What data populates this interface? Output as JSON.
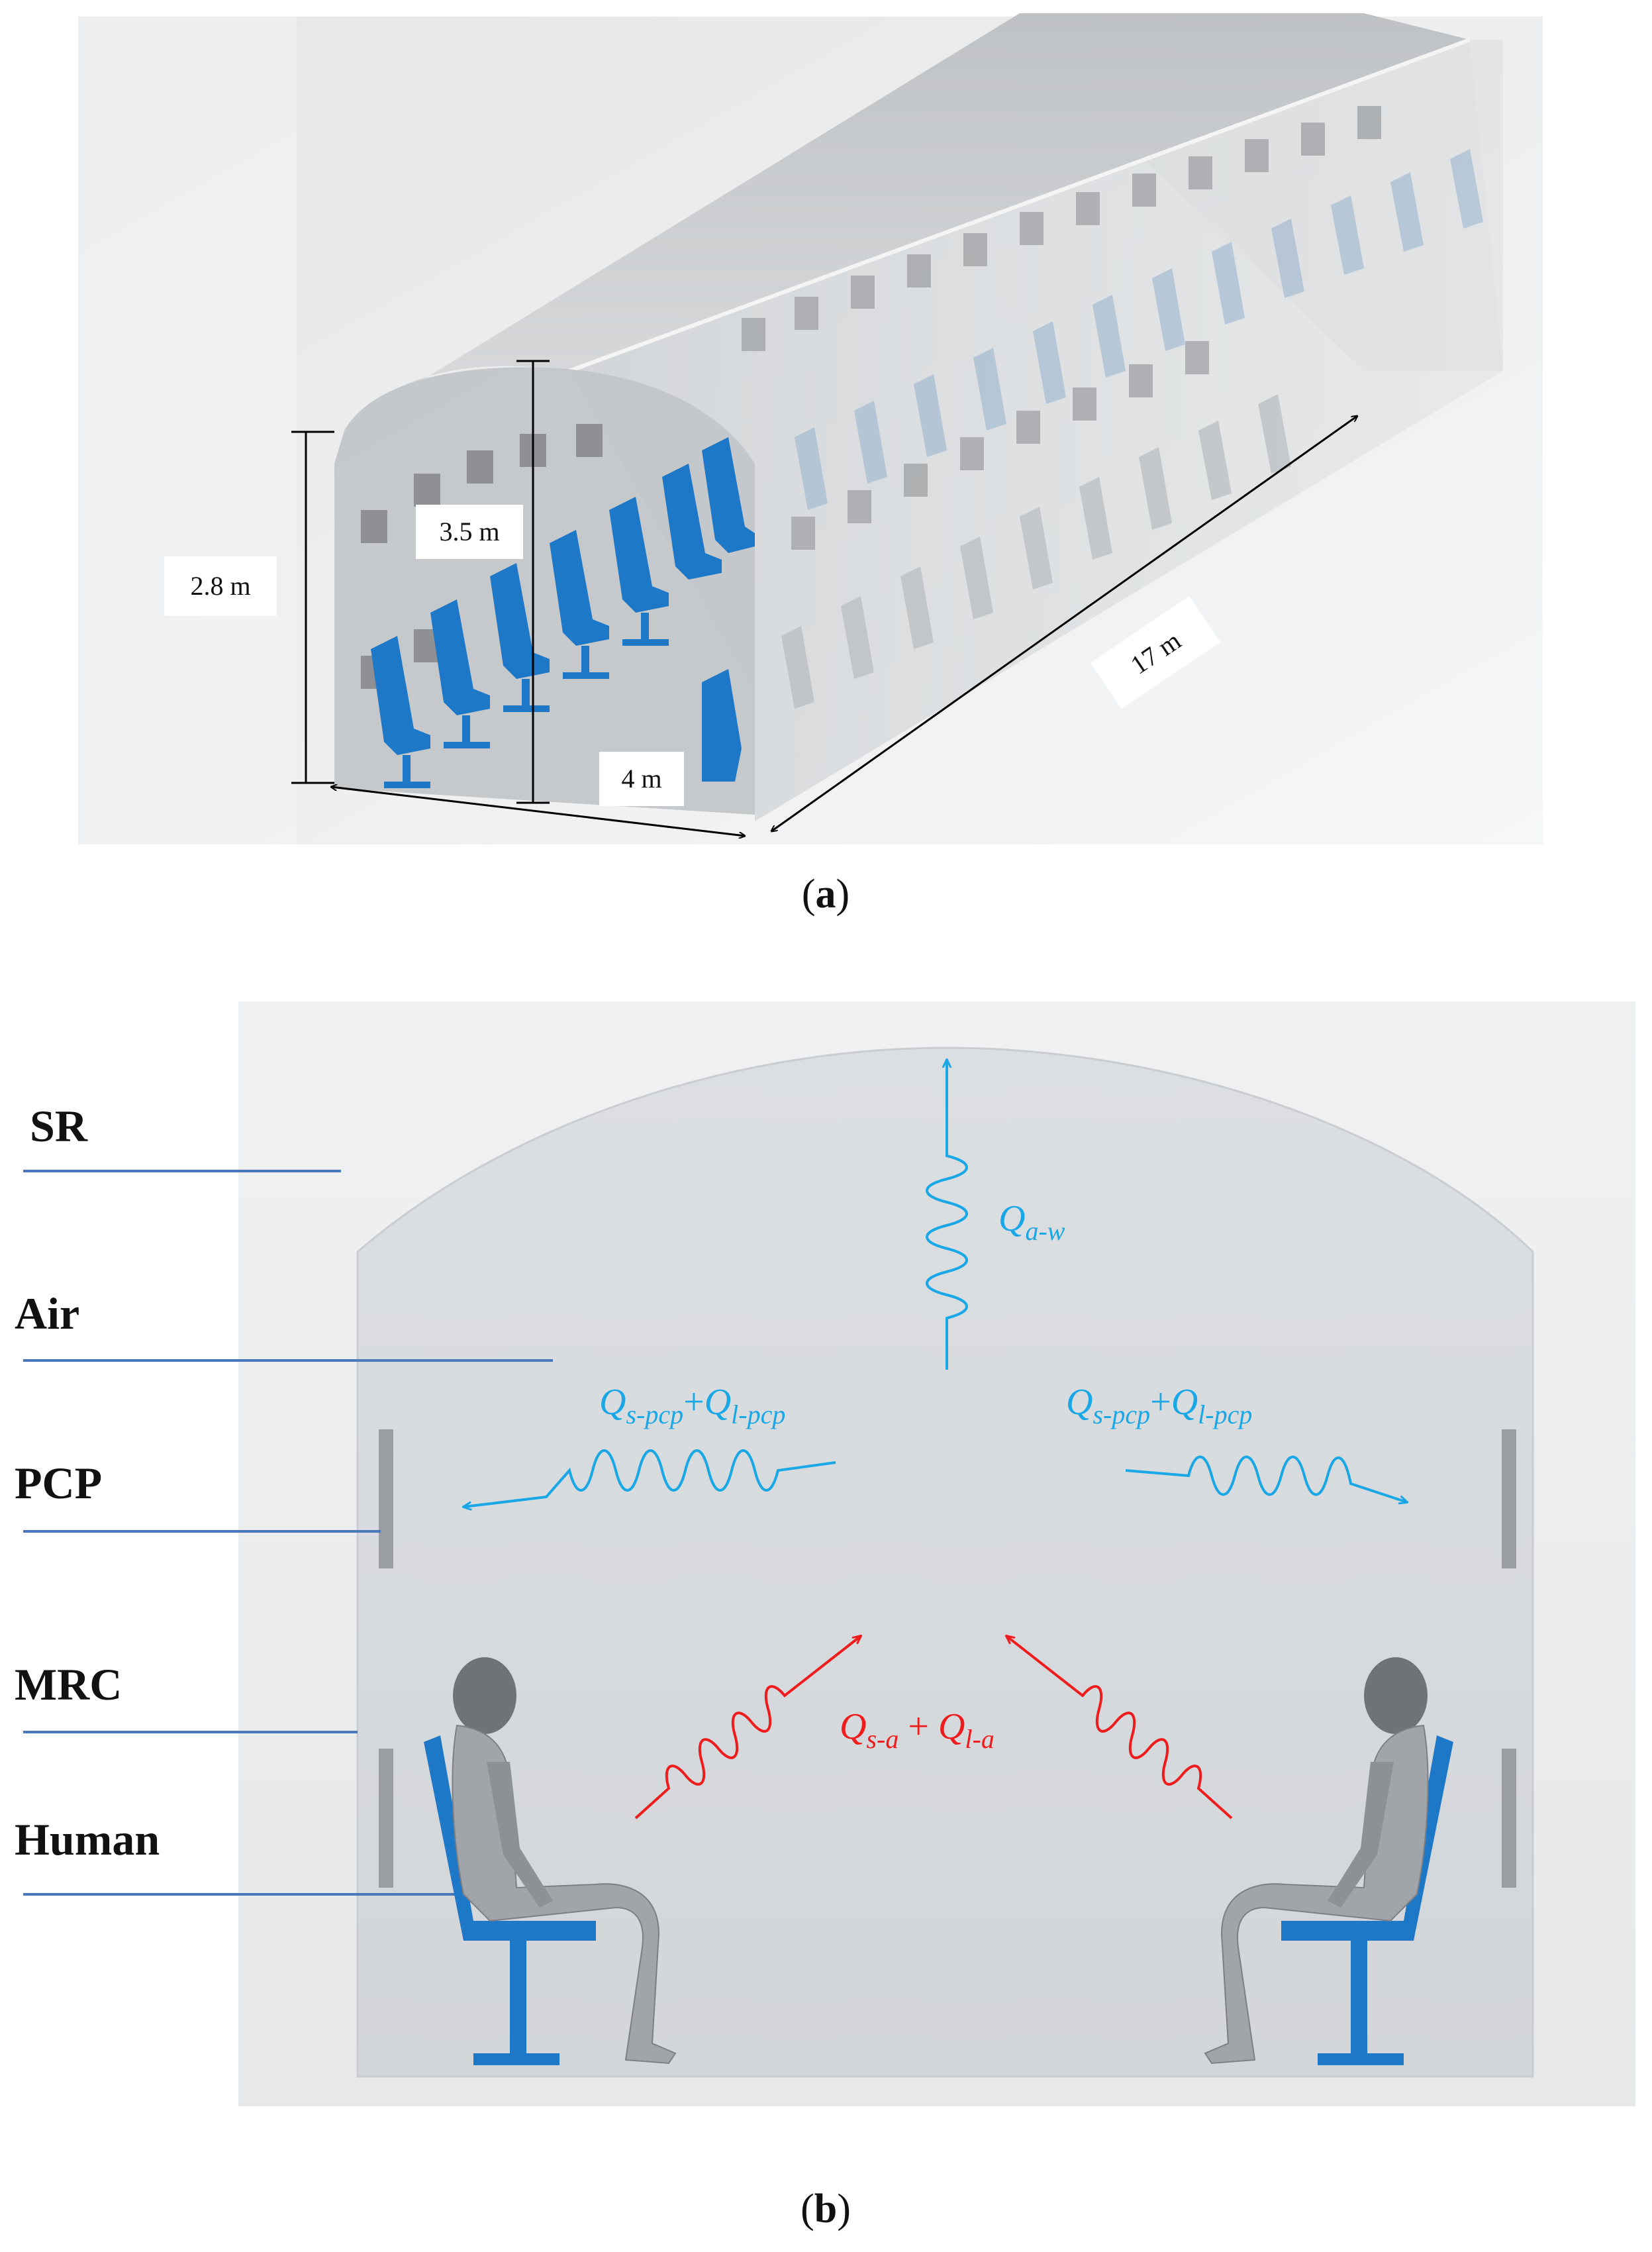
{
  "panel_a": {
    "dimensions": {
      "height_side": "2.8 m",
      "height_center": "3.5 m",
      "width": "4 m",
      "length": "17 m"
    },
    "caption_open": "(",
    "caption_letter": "a",
    "caption_close": ")"
  },
  "panel_b": {
    "labels": [
      "SR",
      "Air",
      "PCP",
      "MRC",
      "Human"
    ],
    "q_aw": {
      "base": "Q",
      "sub": "a-w"
    },
    "q_pcp": {
      "base1": "Q",
      "sub1": "s-pcp",
      "plus": "+",
      "base2": "Q",
      "sub2": "l-pcp"
    },
    "q_human": {
      "base1": "Q",
      "sub1": "s-a",
      "plus": " + ",
      "base2": "Q",
      "sub2": "l-a"
    },
    "caption_open": "(",
    "caption_letter": "b",
    "caption_close": ")"
  },
  "colors": {
    "blue_heat": "#1aa7e6",
    "red_heat": "#ee1c1c",
    "seat_blue": "#1e78c8",
    "label_line": "#4a78bc"
  }
}
